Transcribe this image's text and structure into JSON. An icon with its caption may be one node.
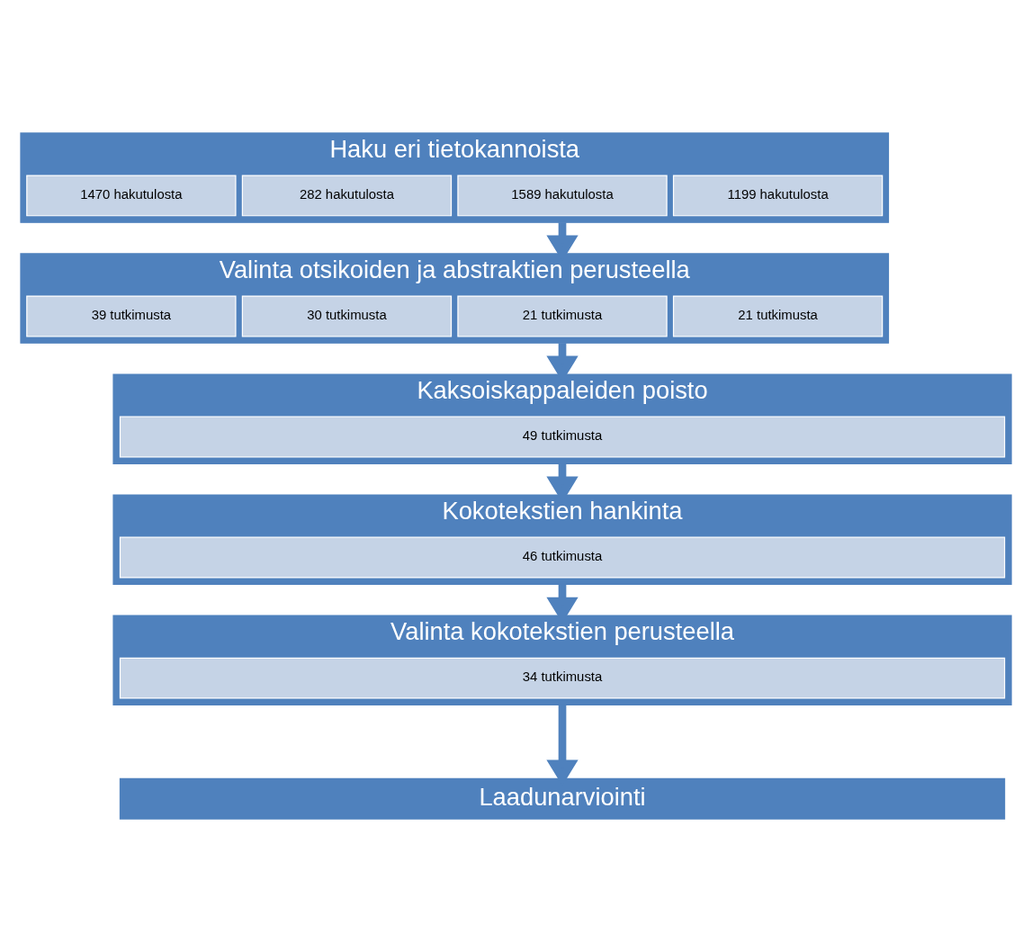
{
  "diagram": {
    "nodes": [
      {
        "text": [
          "Haku eri tietokannoista"
        ]
      },
      {
        "text": [
          "1470 hakutulosta"
        ],
        "in": 0
      },
      {
        "text": [
          "282 hakutulosta"
        ],
        "in": 0
      },
      {
        "text": [
          "1589 hakutulosta"
        ],
        "in": 0
      },
      {
        "text": [
          "1199 hakutulosta"
        ],
        "in": 0
      },
      {
        "text": [
          "Valinta otsikoiden ja abstraktien perusteella"
        ]
      },
      {
        "text": [
          "39 tutkimusta"
        ],
        "in": 5
      },
      {
        "text": [
          "30 tutkimusta"
        ],
        "in": 5
      },
      {
        "text": [
          "21 tutkimusta"
        ],
        "in": 5
      },
      {
        "text": [
          "21 tutkimusta"
        ],
        "in": 5
      },
      {
        "text": [
          "Kaksoiskappaleiden poisto"
        ]
      },
      {
        "text": [
          "49 tutkimusta"
        ],
        "in": 10
      },
      {
        "text": [
          "Kokotekstien hankinta"
        ]
      },
      {
        "text": [
          "46 tutkimusta"
        ],
        "in": 12
      },
      {
        "text": [
          "Valinta kokotekstien perusteella"
        ]
      },
      {
        "text": [
          "34 tutkimusta"
        ],
        "in": 14
      },
      {
        "text": [
          "Laadunarviointi"
        ]
      }
    ],
    "edges": [
      {
        "from": 0,
        "to": 5,
        "arrow": "to"
      },
      {
        "from": 5,
        "to": 10,
        "arrow": "to"
      },
      {
        "from": 10,
        "to": 12,
        "arrow": "to"
      },
      {
        "from": 12,
        "to": 14,
        "arrow": "to"
      },
      {
        "from": 14,
        "to": 16,
        "arrow": "to"
      }
    ]
  }
}
